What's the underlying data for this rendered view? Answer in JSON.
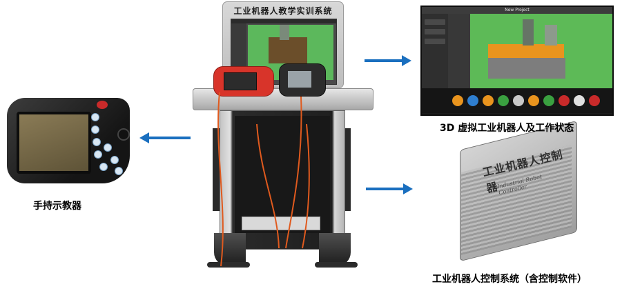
{
  "cabinet": {
    "monitor_title": "工业机器人教学实训系统"
  },
  "captions": {
    "left": "手持示教器",
    "right_top": "3D 虚拟工业机器人及工作状态",
    "right_bottom": "工业机器人控制系统（含控制软件）"
  },
  "software_window": {
    "title": "New Project"
  },
  "controller": {
    "label": "工业机器人控制器",
    "sub_label": "Industrial Robot Controller"
  },
  "colors": {
    "arrow": "#1a6fbf",
    "cable": "#e05a1e",
    "estop": "#c92a2a",
    "sim_green": "#5dba57"
  },
  "icons": [
    "arrow-left-icon",
    "arrow-right-icon"
  ]
}
